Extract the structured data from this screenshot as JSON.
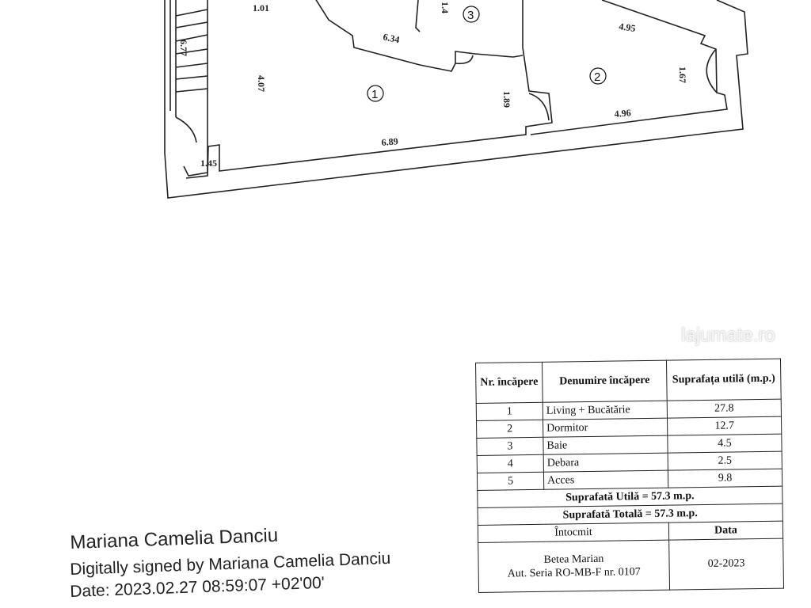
{
  "plan": {
    "dimensions": [
      "1.01",
      "6.77",
      "4.07",
      "6.34",
      "1.4",
      "4.95",
      "1.67",
      "1.89",
      "4.96",
      "6.89",
      "1.45"
    ],
    "room_numbers": [
      "1",
      "2",
      "3"
    ]
  },
  "table": {
    "headers": [
      "Nr. încăpere",
      "Denumire încăpere",
      "Suprafața utilă (m.p.)"
    ],
    "rows": [
      {
        "nr": "1",
        "name": "Living + Bucătărie",
        "area": "27.8"
      },
      {
        "nr": "2",
        "name": "Dormitor",
        "area": "12.7"
      },
      {
        "nr": "3",
        "name": "Baie",
        "area": "4.5"
      },
      {
        "nr": "4",
        "name": "Debara",
        "area": "2.5"
      },
      {
        "nr": "5",
        "name": "Acces",
        "area": "9.8"
      }
    ],
    "suprafata_utila": "Suprafată Utilă = 57.3 m.p.",
    "suprafata_totala": "Suprafată Totală = 57.3 m.p.",
    "intocmit_label": "Întocmit",
    "data_label": "Data",
    "author": "Betea Marian",
    "authorization": "Aut. Seria RO-MB-F nr. 0107",
    "date": "02-2023"
  },
  "signature": {
    "name": "Mariana Camelia Danciu",
    "signed_by": "Digitally signed by Mariana Camelia Danciu",
    "date": "Date: 2023.02.27 08:59:07 +02'00'"
  },
  "watermark": "lajumate.ro"
}
